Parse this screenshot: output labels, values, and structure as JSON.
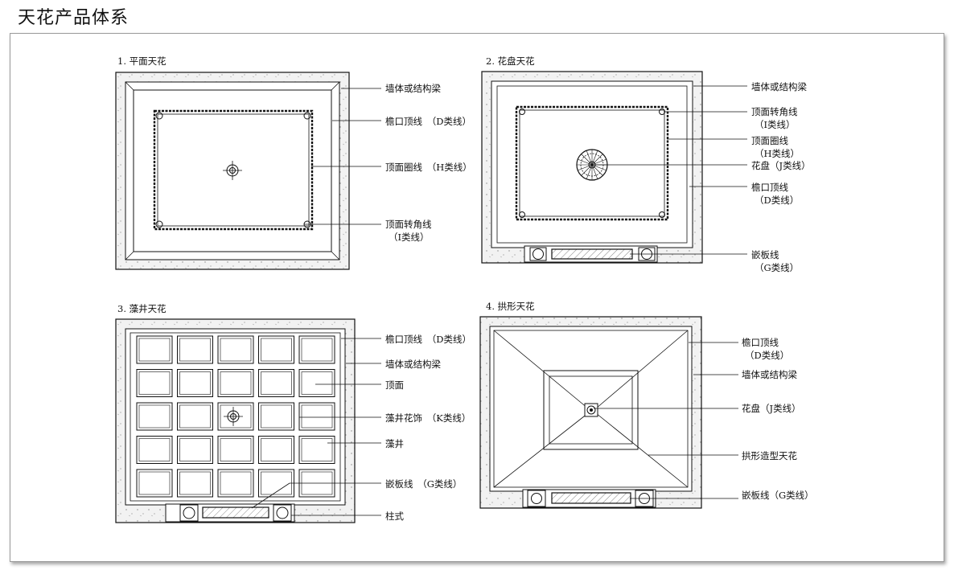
{
  "page_title": "天花产品体系",
  "diagrams": [
    {
      "title": "1. 平面天花",
      "labels": [
        "墙体或结构梁",
        "檐口顶线　（D类线）",
        "顶面圈线　（H类线）",
        "顶面转角线",
        "（I类线）"
      ]
    },
    {
      "title": "2. 花盘天花",
      "labels": [
        "墙体或结构梁",
        "顶面转角线",
        "（I类线）",
        "顶面圈线",
        "（H类线）",
        "花盘（J类线）",
        "檐口顶线",
        "（D类线）",
        "嵌板线",
        "（G类线）"
      ]
    },
    {
      "title": "3. 藻井天花",
      "labels": [
        "檐口顶线　（D类线）",
        "墙体或结构梁",
        "顶面",
        "藻井花饰　（K类线）",
        "藻井",
        "嵌板线　（G类线）",
        "柱式"
      ]
    },
    {
      "title": "4. 拱形天花",
      "labels": [
        "檐口顶线",
        "（D类线）",
        "墙体或结构梁",
        "花盘（J类线）",
        "拱形造型天花",
        "嵌板线（G类线）"
      ]
    }
  ],
  "colors": {
    "line": "#1a1a1a",
    "frame_border": "#9a9a9a",
    "hatch": "#555555"
  }
}
